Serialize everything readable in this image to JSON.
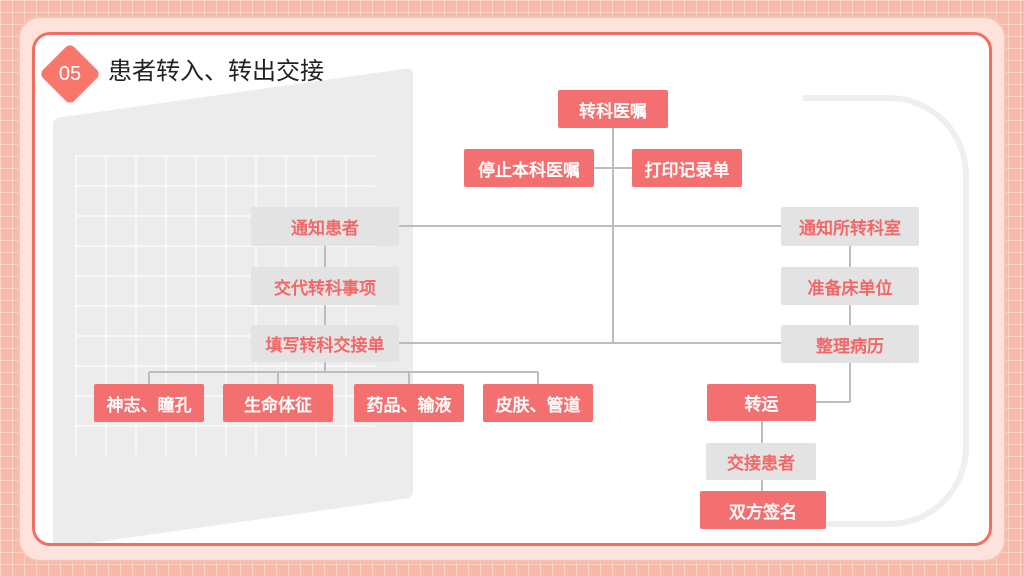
{
  "header": {
    "number": "05",
    "title": "患者转入、转出交接"
  },
  "nodes": {
    "transfer_order": "转科医嘱",
    "stop_orders": "停止本科医嘱",
    "print_record": "打印记录单",
    "notify_patient": "通知患者",
    "notify_department": "通知所转科室",
    "explain_matters": "交代转科事项",
    "prepare_bed": "准备床单位",
    "fill_form": "填写转科交接单",
    "organize_records": "整理病历",
    "consciousness_pupils": "神志、瞳孔",
    "vital_signs": "生命体征",
    "medication_infusion": "药品、输液",
    "skin_tubes": "皮肤、管道",
    "transport": "转运",
    "handover_patient": "交接患者",
    "both_sign": "双方签名"
  },
  "colors": {
    "accent": "#f46f6f",
    "gray_node": "#e3e3e3",
    "line": "#bdbdbd",
    "frame_border": "#f26d63"
  }
}
